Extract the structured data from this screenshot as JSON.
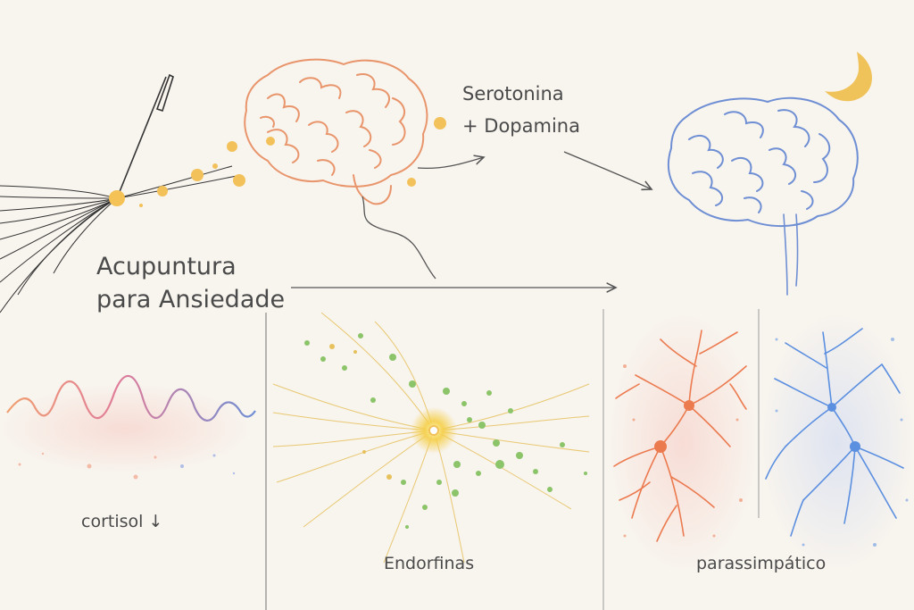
{
  "title": [
    "Acupuntura",
    "para Ansiedade"
  ],
  "neurotransmitters": [
    "Serotonina",
    "+ Dopamina"
  ],
  "panels": {
    "cortisol": "cortisol ↓",
    "endorphins": "Endorfinas",
    "parasympathetic": "parassimpático"
  },
  "colors": {
    "background": "#f8f4ee",
    "warm_brain": "#e9956b",
    "cool_brain": "#6f8fd4",
    "gold": "#f2c15a",
    "green": "#8cc46a",
    "orange_neuron": "#ec7a4f",
    "blue_neuron": "#5b8fe0",
    "moon": "#f0c25a"
  },
  "icons": [
    "acupuncture-needle-icon",
    "brain-icon",
    "moon-icon",
    "neuron-icon"
  ]
}
